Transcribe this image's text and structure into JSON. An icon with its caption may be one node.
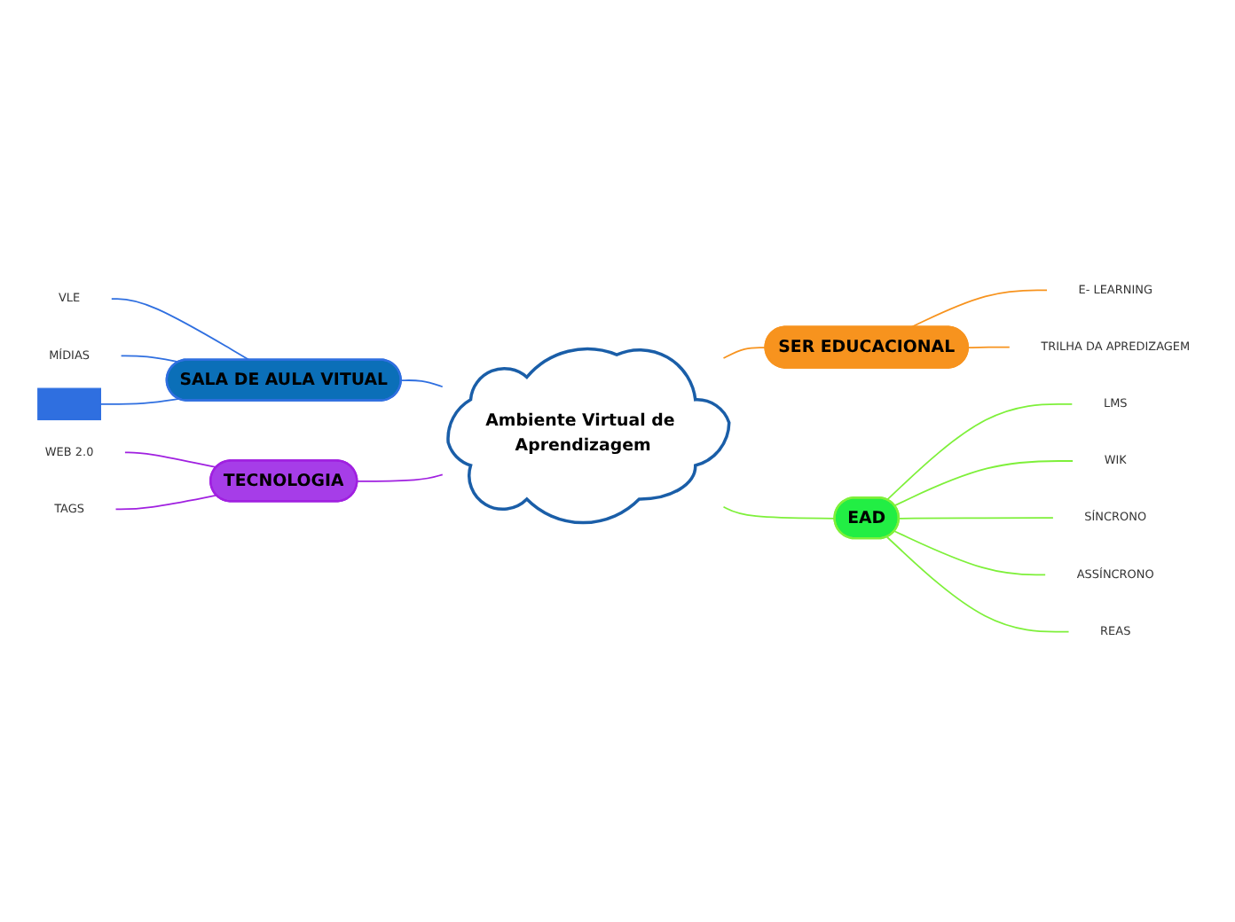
{
  "diagram": {
    "nodes": [
      {
        "text": [
          "Ambiente Virtual de Aprendizagem"
        ]
      },
      {
        "text": [
          "SALA DE AULA VITUAL"
        ]
      },
      {
        "text": [
          "VLE"
        ]
      },
      {
        "text": [
          "MÍDIAS"
        ]
      },
      {
        "text": [],
        "shape": "bar"
      },
      {
        "text": [
          "SER EDUCACIONAL"
        ]
      },
      {
        "text": [
          "E- LEARNING"
        ]
      },
      {
        "text": [
          "TRILHA DA APREDIZAGEM"
        ]
      },
      {
        "text": [
          "TECNOLOGIA"
        ]
      },
      {
        "text": [
          "WEB 2.0"
        ]
      },
      {
        "text": [
          "TAGS"
        ]
      },
      {
        "text": [
          "EAD"
        ]
      },
      {
        "text": [
          "LMS"
        ]
      },
      {
        "text": [
          "WIK"
        ]
      },
      {
        "text": [
          "SÍNCRONO"
        ]
      },
      {
        "text": [
          "ASSÍNCRONO"
        ]
      },
      {
        "text": [
          "REAS"
        ]
      }
    ],
    "edges": [
      {
        "from": 1,
        "to": 0,
        "arrow": "none",
        "color": "#2f6fe0"
      },
      {
        "from": 2,
        "to": 1,
        "arrow": "none",
        "color": "#2f6fe0"
      },
      {
        "from": 3,
        "to": 1,
        "arrow": "none",
        "color": "#2f6fe0"
      },
      {
        "from": 4,
        "to": 1,
        "arrow": "none",
        "color": "#2f6fe0"
      },
      {
        "from": 0,
        "to": 5,
        "arrow": "none",
        "color": "#f7931e"
      },
      {
        "from": 5,
        "to": 6,
        "arrow": "none",
        "color": "#f7931e"
      },
      {
        "from": 5,
        "to": 7,
        "arrow": "none",
        "color": "#f7931e"
      },
      {
        "from": 8,
        "to": 0,
        "arrow": "none",
        "color": "#a020e0"
      },
      {
        "from": 9,
        "to": 8,
        "arrow": "none",
        "color": "#a020e0"
      },
      {
        "from": 10,
        "to": 8,
        "arrow": "none",
        "color": "#a020e0"
      },
      {
        "from": 0,
        "to": 11,
        "arrow": "none",
        "color": "#7ef03a"
      },
      {
        "from": 11,
        "to": 12,
        "arrow": "none",
        "color": "#7ef03a"
      },
      {
        "from": 11,
        "to": 13,
        "arrow": "none",
        "color": "#7ef03a"
      },
      {
        "from": 11,
        "to": 14,
        "arrow": "none",
        "color": "#7ef03a"
      },
      {
        "from": 11,
        "to": 15,
        "arrow": "none",
        "color": "#7ef03a"
      },
      {
        "from": 11,
        "to": 16,
        "arrow": "none",
        "color": "#7ef03a"
      }
    ]
  }
}
